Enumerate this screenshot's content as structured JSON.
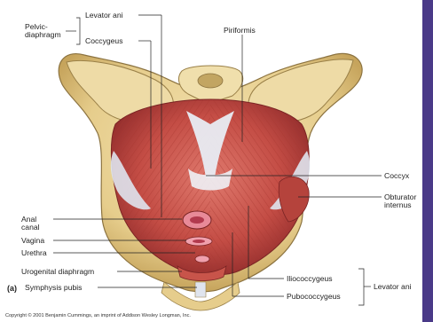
{
  "figure": {
    "panel_letter": "(a)",
    "copyright": "Copyright © 2001 Benjamin Cummings, an imprint of Addison Wesley Longman, Inc."
  },
  "labels": {
    "pelvic_diaphragm": "Pelvic-\ndiaphragm",
    "levator_ani_top": "Levator ani",
    "coccygeus": "Coccygeus",
    "piriformis": "Piriformis",
    "coccyx": "Coccyx",
    "obturator_internus": "Obturator\ninternus",
    "anal_canal": "Anal\ncanal",
    "vagina": "Vagina",
    "urethra": "Urethra",
    "urogenital_diaphragm": "Urogenital diaphragm",
    "symphysis_pubis": "Symphysis pubis",
    "iliococcygeus": "Iliococcygeus",
    "pubococcygeus": "Pubococcygeus",
    "levator_ani_right": "Levator ani"
  },
  "colors": {
    "bone": "#e9d49a",
    "bone_shadow": "#c9ad66",
    "muscle": "#c9514a",
    "muscle_dark": "#8e2a2a",
    "tendon": "#dfe4ee",
    "frame": "#4a3a88"
  }
}
